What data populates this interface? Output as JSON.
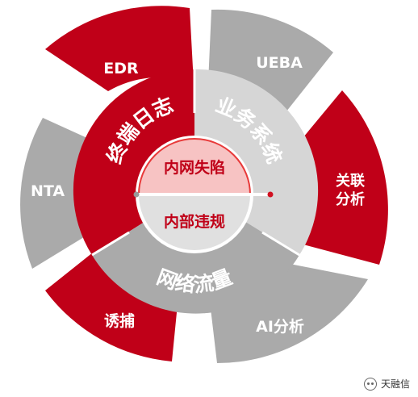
{
  "outer_petals": {
    "edr": "EDR",
    "ueba": "UEBA",
    "correlation_line1": "关联",
    "correlation_line2": "分析",
    "ai_analysis": "AI分析",
    "honeypot": "诱捕",
    "nta": "NTA"
  },
  "middle_ring": {
    "endpoint_logs": "终端日志",
    "business_systems": "业务系统",
    "network_traffic": "网络流量"
  },
  "center": {
    "top": "内网失陷",
    "bottom": "内部违规"
  },
  "watermark": {
    "text": "天融信"
  },
  "colors": {
    "red": "#c00018",
    "gray": "#aaaaaa",
    "light_gray": "#d6d6d6",
    "pink": "#f7c3c3"
  }
}
